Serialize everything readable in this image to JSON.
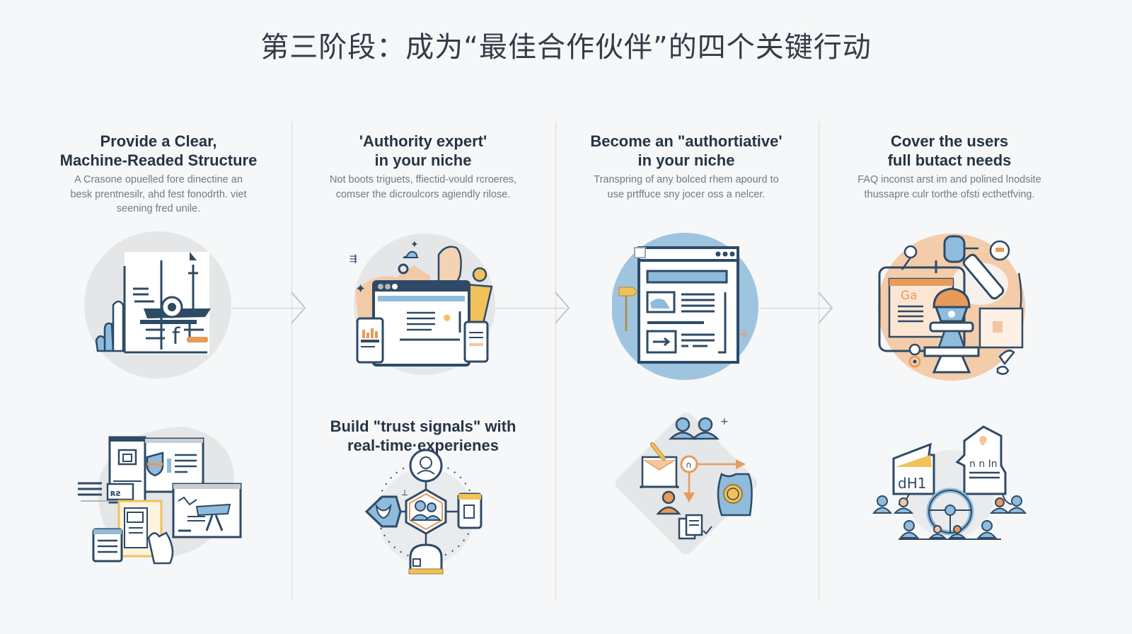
{
  "header": {
    "title": "第三阶段：成为“最佳合作伙伴”的四个关键行动"
  },
  "colors": {
    "background": "#f6f7f8",
    "navy": "#2e4a66",
    "light_blue": "#8fbbdc",
    "orange": "#e89a5a",
    "peach": "#f3c6a0",
    "gold": "#f1c15a",
    "gray_circle": "#e4e6e8",
    "divider": "#d6d9dc"
  },
  "columns": [
    {
      "title_line1": "Provide a Clear,",
      "title_line2": "Machine-Readed Structure",
      "desc_line1": "A Crasone opuelled fore dinectine an",
      "desc_line2": "besk prentnesilr, ahd fest fonodrth. viet",
      "desc_line3": "seening fred unile.",
      "top_illustration": "document-structure-icon",
      "bottom_illustration": "multi-window-content-icon"
    },
    {
      "title_line1": "'Authority expert'",
      "title_line2": "in your niche",
      "desc_line1": "Not boots triguets, ffiectid-vould rcroeres,",
      "desc_line2": "comser the dicroulcors agiendly rilose.",
      "top_illustration": "browser-devices-icon",
      "mid_title_line1": "Build \"trust signals\" with",
      "mid_title_line2": "real-time·experienes",
      "bottom_illustration": "trust-network-hexagon-icon"
    },
    {
      "title_line1": "Become an \"authortiative'",
      "title_line2": "in your niche",
      "desc_line1": "Transpring of any bolced rhem apourd to",
      "desc_line2": "use prtffuce sny jocer oss a nelcer.",
      "top_illustration": "web-page-layout-icon",
      "bottom_illustration": "workflow-people-icon"
    },
    {
      "title_line1": "Cover the users",
      "title_line2": "full butact needs",
      "desc_line1": "FAQ inconst arst im and polined lnodsite",
      "desc_line2": "thussapre culr torthe ofsti ecthetfving.",
      "top_illustration": "faq-robot-arm-icon",
      "bottom_illustration": "user-community-icon",
      "card_label_left": "Ga",
      "badge_left": "dH1",
      "badge_right": "n n In"
    }
  ]
}
